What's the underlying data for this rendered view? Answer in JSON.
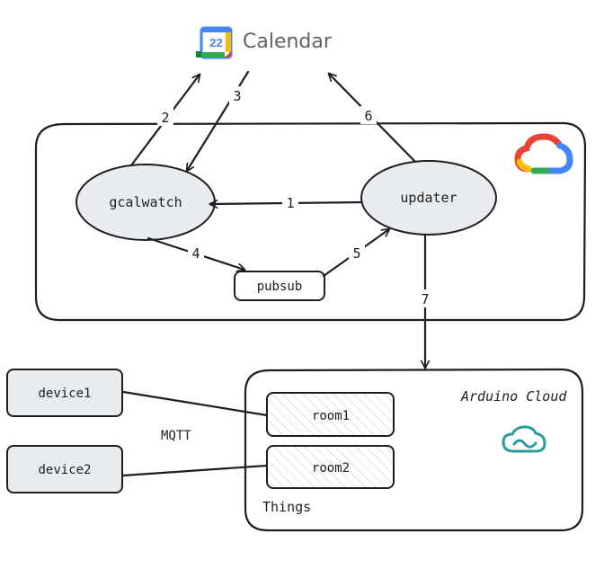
{
  "calendar": {
    "logo_day": "22",
    "label": "Calendar"
  },
  "nodes": {
    "gcalwatch": "gcalwatch",
    "updater": "updater",
    "pubsub": "pubsub",
    "device1": "device1",
    "device2": "device2",
    "room1": "room1",
    "room2": "room2"
  },
  "labels": {
    "arduino_cloud": "Arduino Cloud",
    "mqtt": "MQTT",
    "things": "Things"
  },
  "edges": {
    "e1": "1",
    "e2": "2",
    "e3": "3",
    "e4": "4",
    "e5": "5",
    "e6": "6",
    "e7": "7"
  },
  "colors": {
    "ink": "#1e1e1e",
    "node_fill": "#e9ecef",
    "cloud_icon": "#2a9d9a",
    "gcp_red": "#ea4335",
    "gcp_blue": "#4285f4",
    "gcp_yellow": "#fbbc04",
    "gcp_green": "#34a853"
  },
  "icons": [
    "google-calendar-icon",
    "google-cloud-icon",
    "arduino-cloud-icon"
  ]
}
